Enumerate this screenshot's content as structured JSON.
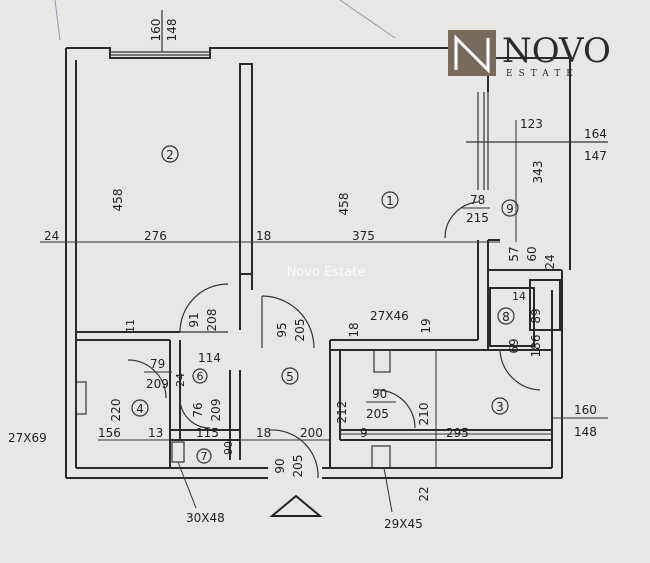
{
  "brand": {
    "logo_name": "NOVO",
    "logo_sub": "ESTATE",
    "watermark": "Novo Estate",
    "accent": "#7a6a5c"
  },
  "rooms": {
    "r1": "1",
    "r2": "2",
    "r3": "3",
    "r4": "4",
    "r5": "5",
    "r6": "6",
    "r7": "7",
    "r8": "8",
    "r9": "9"
  },
  "dimensions": {
    "top_window_a": "160",
    "top_window_b": "148",
    "right_window_a": "164",
    "right_window_b": "147",
    "d123": "123",
    "d343": "343",
    "d458_left": "458",
    "d458_mid": "458",
    "d24_left": "24",
    "d276": "276",
    "d18_a": "18",
    "d375": "375",
    "door9_a": "78",
    "door9_b": "215",
    "d57": "57",
    "d60": "60",
    "d24_right": "24",
    "d14": "14",
    "d89": "89",
    "door8_a": "69",
    "door8_b": "186",
    "door2_a": "91",
    "door2_b": "208",
    "door1_a": "95",
    "door1_b": "205",
    "d18_b": "18",
    "duct_mid": "27X46",
    "d19": "19",
    "door6_a": "79",
    "door6_b": "209",
    "d24_small": "24",
    "d114": "114",
    "door3_a": "90",
    "door3_b": "205",
    "d220": "220",
    "d76": "76",
    "d209": "209",
    "d212": "212",
    "d210": "210",
    "duct_left": "27X69",
    "d156": "156",
    "d13": "13",
    "d115": "115",
    "d18_c": "18",
    "d200": "200",
    "d9": "9",
    "d295": "295",
    "right_window2_a": "160",
    "right_window2_b": "148",
    "d90": "90",
    "entry_a": "90",
    "entry_b": "205",
    "d22": "22",
    "duct_bottom_left": "30X48",
    "duct_bottom_mid": "29X45",
    "d11": "11"
  }
}
